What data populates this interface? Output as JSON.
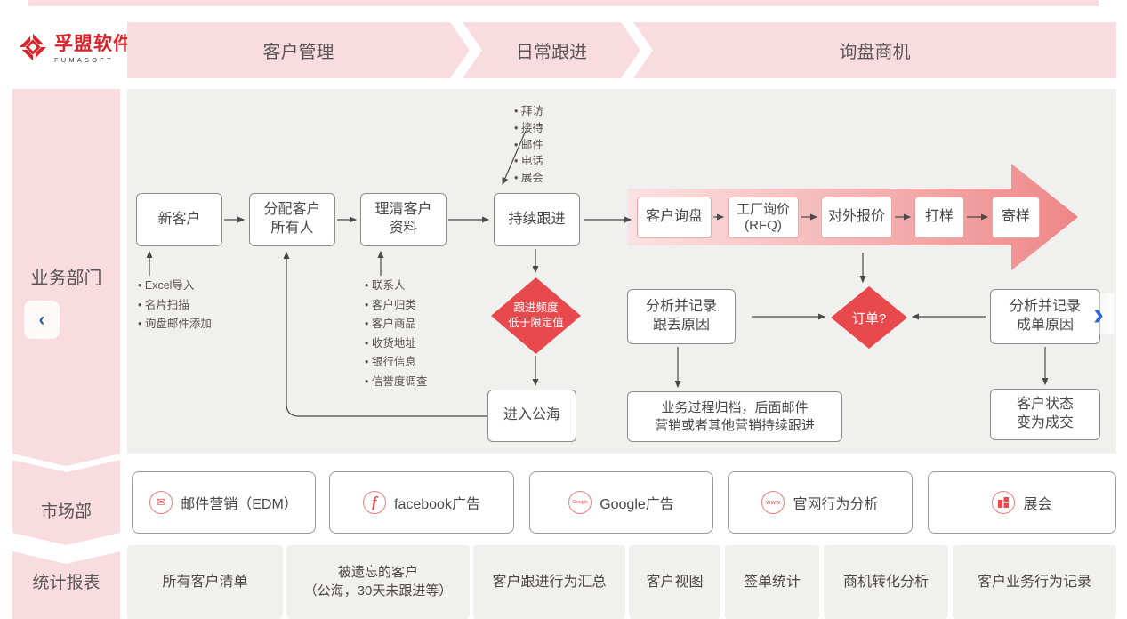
{
  "logo": {
    "title": "孚盟软件",
    "subtitle": "FUMASOFT"
  },
  "header_stages": {
    "stage1": "客户管理",
    "stage2": "日常跟进",
    "stage3": "询盘商机"
  },
  "sidebar": {
    "business_dept": "业务部门",
    "marketing_dept": "市场部",
    "reports": "统计报表",
    "collapse_icon": "‹"
  },
  "flow": {
    "new_customer": "新客户",
    "assign_owner": "分配客户\n所有人",
    "clarify_info": "理清客户\n资料",
    "follow_up": "持续跟进",
    "new_customer_sources": [
      "Excel导入",
      "名片扫描",
      "询盘邮件添加"
    ],
    "clarify_items": [
      "联系人",
      "客户归类",
      "客户商品",
      "收货地址",
      "银行信息",
      "信誉度调查"
    ],
    "follow_methods": [
      "拜访",
      "接待",
      "邮件",
      "电话",
      "展会"
    ],
    "freq_diamond": "跟进频度\n低于限定值",
    "public_pool": "进入公海",
    "band_steps": [
      "客户询盘",
      "工厂询价\n(RFQ)",
      "对外报价",
      "打样",
      "寄样"
    ],
    "lost_analysis": "分析并记录\n跟丢原因",
    "archive": "业务过程归档，后面邮件\n营销或者其他营销持续跟进",
    "order_diamond": "订单?",
    "won_analysis": "分析并记录\n成单原因",
    "deal_done": "客户状态\n变为成交",
    "next_icon": "›"
  },
  "marketing": [
    {
      "icon": "envelope-icon",
      "label": "邮件营销（EDM）"
    },
    {
      "icon": "facebook-icon",
      "label": "facebook广告"
    },
    {
      "icon": "google-icon",
      "label": "Google广告"
    },
    {
      "icon": "www-icon",
      "label": "官网行为分析"
    },
    {
      "icon": "booth-icon",
      "label": "展会"
    }
  ],
  "icons": {
    "envelope": "✉",
    "facebook": "f",
    "google": "Google",
    "www": "www"
  },
  "reports": [
    "所有客户清单",
    "被遗忘的客户\n（公海，30天未跟进等）",
    "客户跟进行为汇总",
    "客户视图",
    "签单统计",
    "商机转化分析",
    "客户业务行为记录"
  ],
  "colors": {
    "pink": "#f9dcdf",
    "diamond_red": "#e8494d",
    "band_start": "#fae3e4",
    "band_end": "#ee8787",
    "logo_red": "#d8232a",
    "nav_blue": "#2e68d9",
    "nav_navy": "#33589e"
  }
}
